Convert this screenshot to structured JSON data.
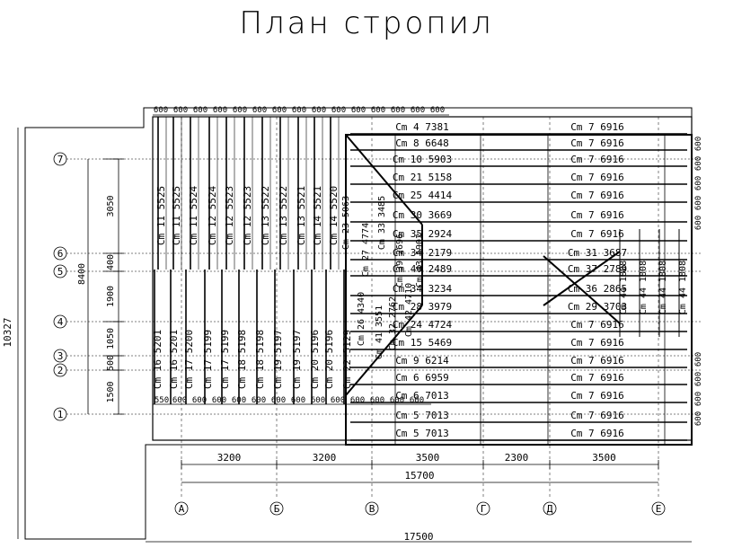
{
  "title": "План стропил",
  "total_height": "10327",
  "height_8400": "8400",
  "width_17500": "17500",
  "width_15700": "15700",
  "bays": [
    "3200",
    "3200",
    "3500",
    "2300",
    "3500"
  ],
  "left_dims": [
    "3050",
    "400",
    "1900",
    "1050",
    "500",
    "1500"
  ],
  "grid_cols": [
    "А",
    "Б",
    "В",
    "Г",
    "Д",
    "Е"
  ],
  "grid_rows": [
    "7",
    "6",
    "5",
    "4",
    "3",
    "2",
    "1"
  ],
  "spacing": "600",
  "spacing_550": "550",
  "vert_rafters_top": [
    "Cm_11_5525",
    "Cm_11_5525",
    "Cm_11_5524",
    "Cm_12_5524",
    "Cm_12_5523",
    "Cm_12_5523",
    "Cm_13_5522",
    "Cm_13_5522",
    "Cm_13_5521",
    "Cm_14_5521",
    "Cm_14_5520"
  ],
  "vert_rafters_bottom": [
    "Cm_16_5201",
    "Cm_16_5201",
    "Cm_17_5200",
    "Cm_17_5199",
    "Cm_17_5199",
    "Cm_18_5198",
    "Cm_18_5198",
    "Cm_19_5197",
    "Cm_19_5197",
    "Cm_20_5196",
    "Cm_20_5196",
    "Cm_22_5129"
  ],
  "hip_rafters": [
    "Cm_23_5063",
    "Cm_27_4774",
    "Cm_33_3485",
    "Cm_39_2696",
    "Cm_43_1902",
    "Cm_32_2762",
    "Cm_42_4710",
    "Cm_26_4340",
    "Cm_41_3551"
  ],
  "horiz_left": [
    "Cm_4_7381",
    "Cm_8_6648",
    "Cm_10_5903",
    "Cm_21_5158",
    "Cm_25_4414",
    "Cm_30_3669",
    "Cm_35_2924",
    "Cm_34_2179",
    "Cm_40_2489",
    "Cm_34_3234",
    "Cm_28_3979",
    "Cm_24_4724",
    "Cm_15_5469",
    "Cm_9_6214",
    "Cm_6_6959",
    "Cm_6_7013",
    "Cm_5_7013",
    "Cm_5_7013"
  ],
  "horiz_right": [
    "Cm_7_6916",
    "Cm_7_6916",
    "Cm_7_6916",
    "Cm_7_6916",
    "Cm_7_6916",
    "Cm_7_6916",
    "Cm_7_6916",
    "Cm_31_3687",
    "Cm_37_2789",
    "Cm_36_2865",
    "Cm_29_3703",
    "Cm_7_6916",
    "Cm_7_6916",
    "Cm_7_6916",
    "Cm_7_6916",
    "Cm_7_6916",
    "Cm_7_6916",
    "Cm_7_6916"
  ],
  "right_vert": [
    "Cm_44_1808",
    "Cm_44_1808",
    "Cm_44_1808",
    "Cm_44_1808"
  ]
}
